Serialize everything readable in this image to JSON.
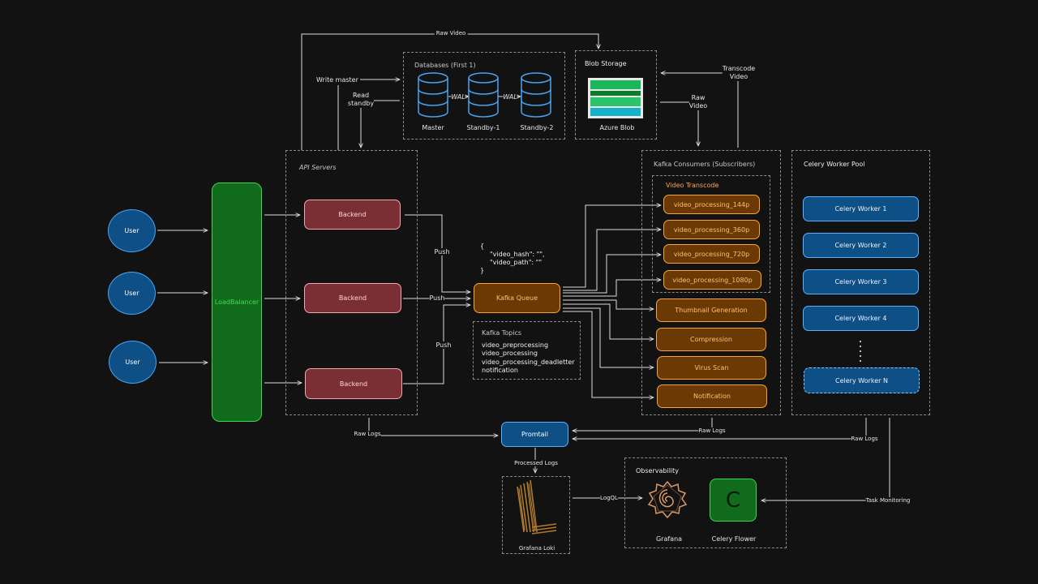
{
  "edge_labels": {
    "raw_video_top": "Raw Video",
    "write_master": "Write master",
    "read_standby": "Read\nstandby",
    "transcode_video": "Transcode\nVideo",
    "raw_video_right": "Raw\nVideo",
    "wal_1": "WAL",
    "wal_2": "WAL",
    "push_1": "Push",
    "push_2": "Push",
    "push_3": "Push",
    "raw_logs_left": "Raw Logs",
    "raw_logs_mid": "Raw Logs",
    "raw_logs_right": "Raw Logs",
    "processed_logs": "Processed Logs",
    "logql": "LogQL",
    "task_monitoring": "Task Monitoring"
  },
  "users": [
    "User",
    "User",
    "User"
  ],
  "load_balancer": "LoadBalancer",
  "api_servers": {
    "title": "API Servers",
    "backends": [
      "Backend",
      "Backend",
      "Backend"
    ]
  },
  "databases": {
    "title": "Databases (First 1)",
    "nodes": [
      "Master",
      "Standby-1",
      "Standby-2"
    ]
  },
  "blob_storage": {
    "title": "Blob Storage",
    "label": "Azure Blob"
  },
  "payload": {
    "lines": [
      "{",
      "\"video_hash\": \"\",",
      "\"video_path\": \"\"",
      "}"
    ]
  },
  "kafka_queue": "Kafka Queue",
  "kafka_topics": {
    "title": "Kafka Topics",
    "items": [
      "video_preprocessing",
      "video_processing",
      "video_processing_deadletter",
      "notification"
    ]
  },
  "consumers": {
    "title": "Kafka Consumers (Subscribers)",
    "transcode_title": "Video Transcode",
    "transcode_items": [
      "video_processing_144p",
      "video_processing_360p",
      "video_processing_720p",
      "video_processing_1080p"
    ],
    "others": [
      "Thumbnail Generation",
      "Compression",
      "Virus Scan",
      "Notification"
    ]
  },
  "celery": {
    "title": "Celery Worker Pool",
    "workers": [
      "Celery Worker 1",
      "Celery Worker 2",
      "Celery Worker 3",
      "Celery Worker 4"
    ],
    "last_worker": "Celery Worker N"
  },
  "promtail": "Promtail",
  "loki": "Grafana Loki",
  "observability": {
    "title": "Observability",
    "grafana": "Grafana",
    "flower": "Celery Flower",
    "flower_glyph": "C"
  }
}
